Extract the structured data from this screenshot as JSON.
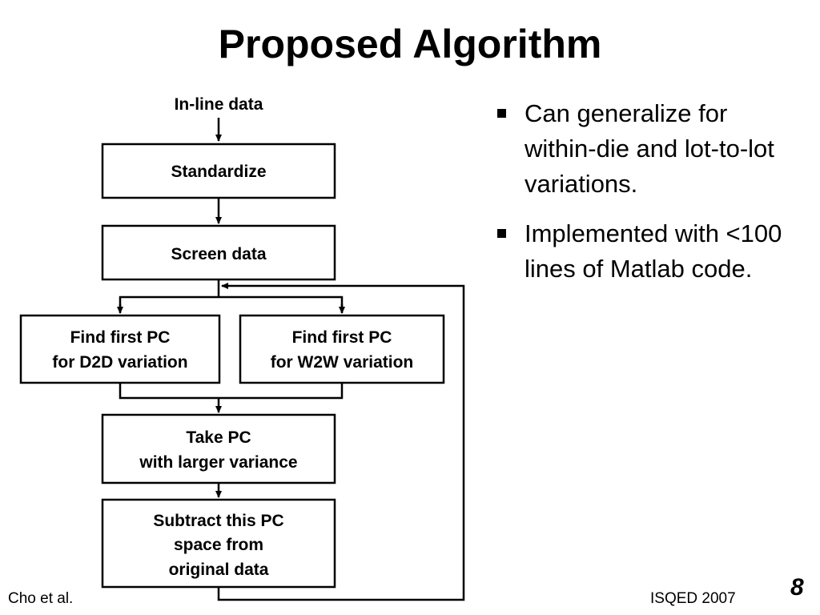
{
  "slide": {
    "title": "Proposed Algorithm",
    "footer_left": "Cho et al.",
    "footer_center": "ISQED 2007",
    "page_number": "8"
  },
  "diagram": {
    "input_label": "In-line data",
    "steps": {
      "standardize": [
        "Standardize"
      ],
      "screen": [
        "Screen data"
      ],
      "find_d2d": [
        "Find first PC",
        "for D2D variation"
      ],
      "find_w2w": [
        "Find first PC",
        "for W2W variation"
      ],
      "take_pc": [
        "Take PC",
        "with larger variance"
      ],
      "subtract": [
        "Subtract this PC",
        "space from",
        "original data"
      ]
    }
  },
  "bullets": [
    "Can generalize for within-die and lot-to-lot variations.",
    "Implemented with <100 lines of Matlab code."
  ]
}
